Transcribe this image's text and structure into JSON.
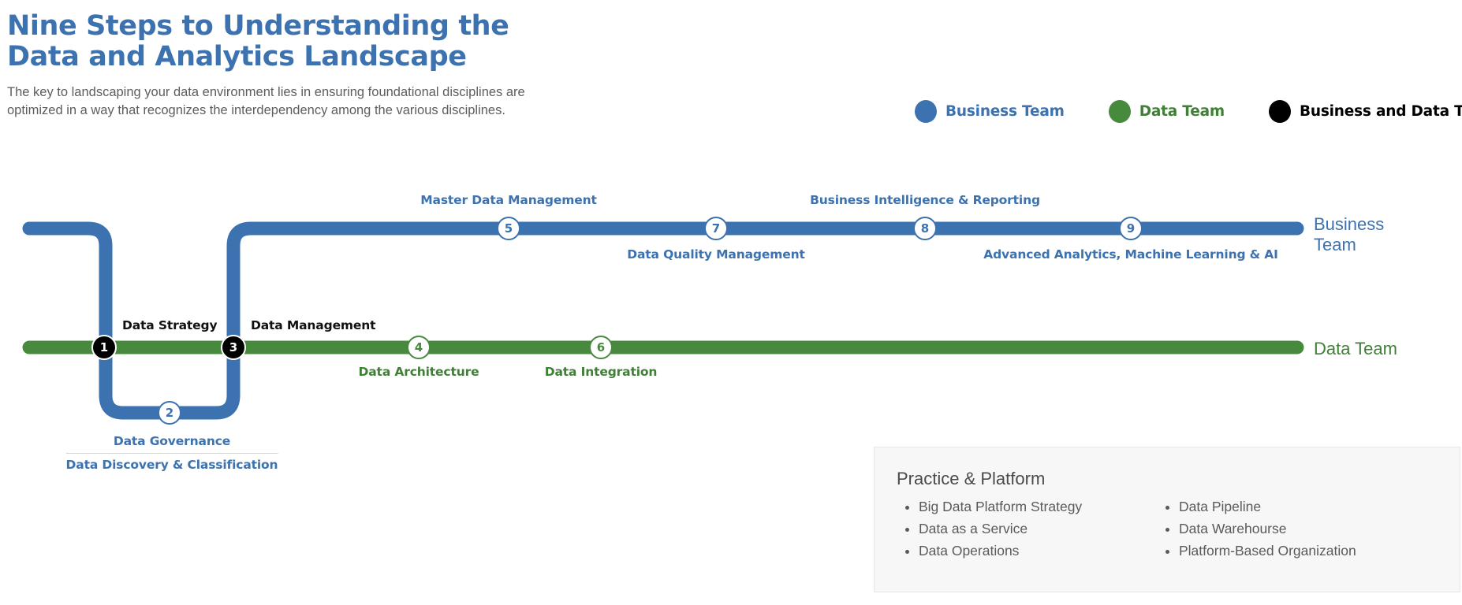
{
  "header": {
    "title": "Nine Steps to Understanding the\nData and Analytics Landscape",
    "subtitle": "The key to landscaping your data environment lies in ensuring foundational disciplines are\noptimized in a way that recognizes the interdependency among the various disciplines.",
    "title_color": "#3c72b0"
  },
  "legend": {
    "items": [
      {
        "label": "Business Team",
        "color": "#3c72b0",
        "text_color": "#3c72b0"
      },
      {
        "label": "Data Team",
        "color": "#478a3e",
        "text_color": "#3f7f36"
      },
      {
        "label": "Business and Data Team",
        "color": "#000000",
        "text_color": "#000000"
      }
    ]
  },
  "diagram": {
    "tracks": [
      {
        "name": "business-team",
        "end_label": "Business\nTeam",
        "color": "#3c72b0"
      },
      {
        "name": "data-team",
        "end_label": "Data Team",
        "color": "#478a3e"
      }
    ],
    "steps": [
      {
        "number": "1",
        "label": "Data Strategy",
        "badge": "solid-black",
        "label_color": "black",
        "track": "data-team"
      },
      {
        "number": "2",
        "label": "Data Governance",
        "label_2": "Data Discovery & Classification",
        "badge": "hollow-blue",
        "label_color": "blue",
        "track": "business-team"
      },
      {
        "number": "3",
        "label": "Data Management",
        "badge": "solid-black",
        "label_color": "black",
        "track": "data-team"
      },
      {
        "number": "4",
        "label": "Data Architecture",
        "badge": "hollow-green",
        "label_color": "green",
        "track": "data-team"
      },
      {
        "number": "5",
        "label": "Master Data Management",
        "badge": "hollow-blue",
        "label_color": "blue",
        "track": "business-team"
      },
      {
        "number": "6",
        "label": "Data Integration",
        "badge": "hollow-green",
        "label_color": "green",
        "track": "data-team"
      },
      {
        "number": "7",
        "label": "Data Quality Management",
        "badge": "hollow-blue",
        "label_color": "blue",
        "track": "business-team"
      },
      {
        "number": "8",
        "label": "Business Intelligence & Reporting",
        "badge": "hollow-blue",
        "label_color": "blue",
        "track": "business-team"
      },
      {
        "number": "9",
        "label": "Advanced Analytics, Machine Learning & AI",
        "badge": "hollow-blue",
        "label_color": "blue",
        "track": "business-team"
      }
    ]
  },
  "practice_panel": {
    "title": "Practice & Platform",
    "column_left": [
      "Big Data Platform Strategy",
      "Data as a Service",
      "Data Operations"
    ],
    "column_right": [
      "Data Pipeline",
      "Data Warehourse",
      "Platform-Based Organization"
    ]
  }
}
